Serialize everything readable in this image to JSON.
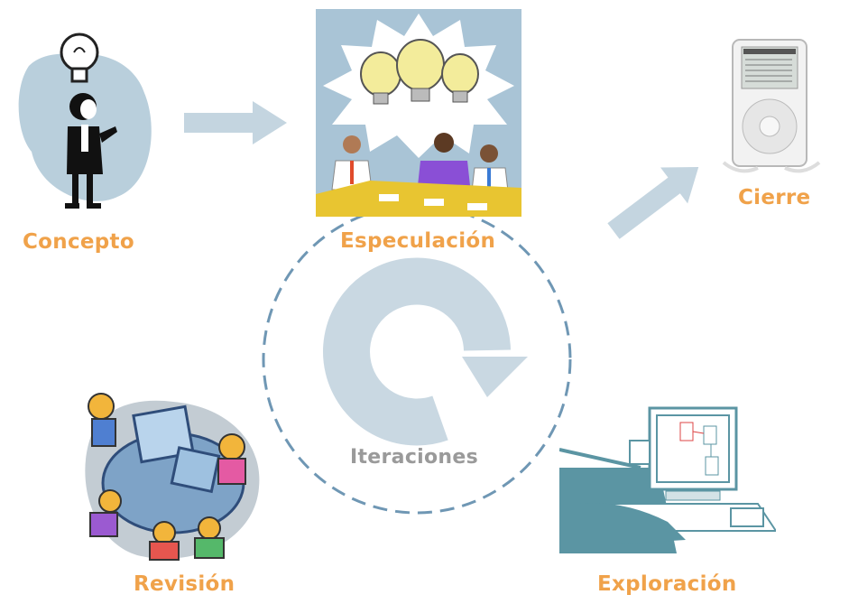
{
  "diagram": {
    "stages": {
      "concepto": "Concepto",
      "especulacion": "Especulación",
      "cierre": "Cierre",
      "revision": "Revisión",
      "exploracion": "Exploración"
    },
    "cycle_label": "Iteraciones"
  },
  "colors": {
    "label": "#f0a24a",
    "cycle_label": "#9a9a9a",
    "arrow": "#c4d5e0",
    "dashed_circle": "#6f97b4",
    "cycle_arrow": "#c9d8e2"
  },
  "icons": {
    "concepto": "woman-with-lightbulb-icon",
    "especulacion": "meeting-lightbulbs-icon",
    "cierre": "music-player-icon",
    "revision": "team-review-table-icon",
    "exploracion": "computer-user-icon",
    "cycle": "refresh-cycle-icon"
  }
}
